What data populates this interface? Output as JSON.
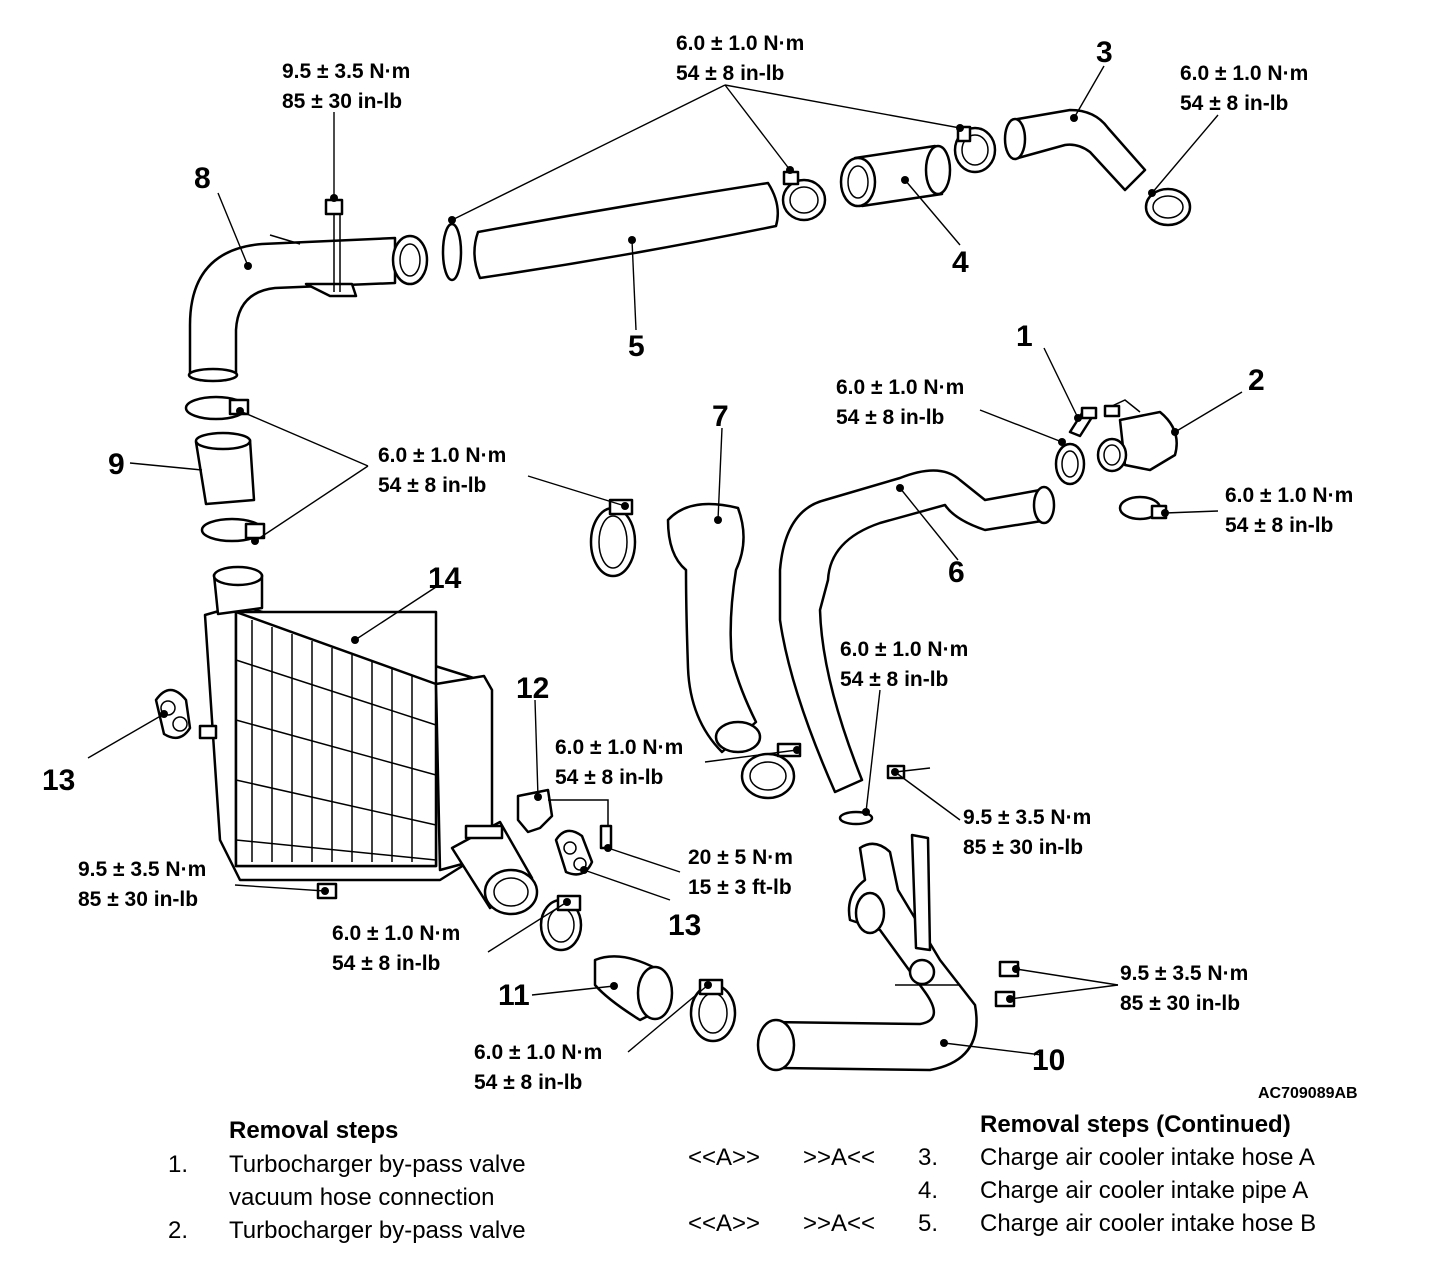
{
  "part_labels": [
    "1",
    "2",
    "3",
    "4",
    "5",
    "6",
    "7",
    "8",
    "9",
    "10",
    "11",
    "12",
    "13",
    "13",
    "14"
  ],
  "torque": {
    "t6": [
      "6.0 ± 1.0 N·m",
      "54 ± 8 in-lb"
    ],
    "t95": [
      "9.5 ± 3.5 N·m",
      "85 ± 30 in-lb"
    ],
    "t20": [
      "20 ± 5 N·m",
      "15 ± 3 ft-lb"
    ]
  },
  "figure_ref": "AC709089AB",
  "removal_left": {
    "header": "Removal steps",
    "items": [
      {
        "num": "1.",
        "text": "Turbocharger by-pass valve",
        "text2": "vacuum hose connection"
      },
      {
        "num": "2.",
        "text": "Turbocharger by-pass valve"
      }
    ]
  },
  "removal_right": {
    "header": "Removal steps (Continued)",
    "items": [
      {
        "mark1": "<<A>>",
        "mark2": ">>A<<",
        "num": "3.",
        "text": "Charge air cooler intake hose A"
      },
      {
        "mark1": "",
        "mark2": "",
        "num": "4.",
        "text": "Charge air cooler intake pipe A"
      },
      {
        "mark1": "<<A>>",
        "mark2": ">>A<<",
        "num": "5.",
        "text": "Charge air cooler intake hose B"
      }
    ]
  }
}
